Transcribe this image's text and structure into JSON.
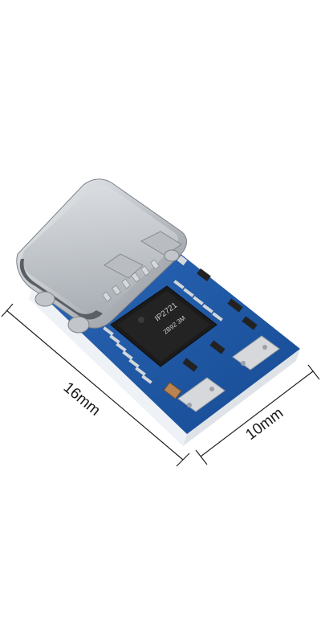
{
  "chip": {
    "part_number": "IP2721",
    "lot_code": "2B92 3M"
  },
  "dimensions": {
    "length_label": "16mm",
    "width_label": "10mm"
  },
  "colors": {
    "pcb": "#1d57a8",
    "pcb_dark": "#143f7d",
    "pcb_edge": "#eef1f5",
    "connector": "#c9ccd0",
    "connector_dark": "#8d9196",
    "chip_body": "#1b1b1b",
    "pads": "#d6d8db",
    "dimension_line": "#222222"
  }
}
